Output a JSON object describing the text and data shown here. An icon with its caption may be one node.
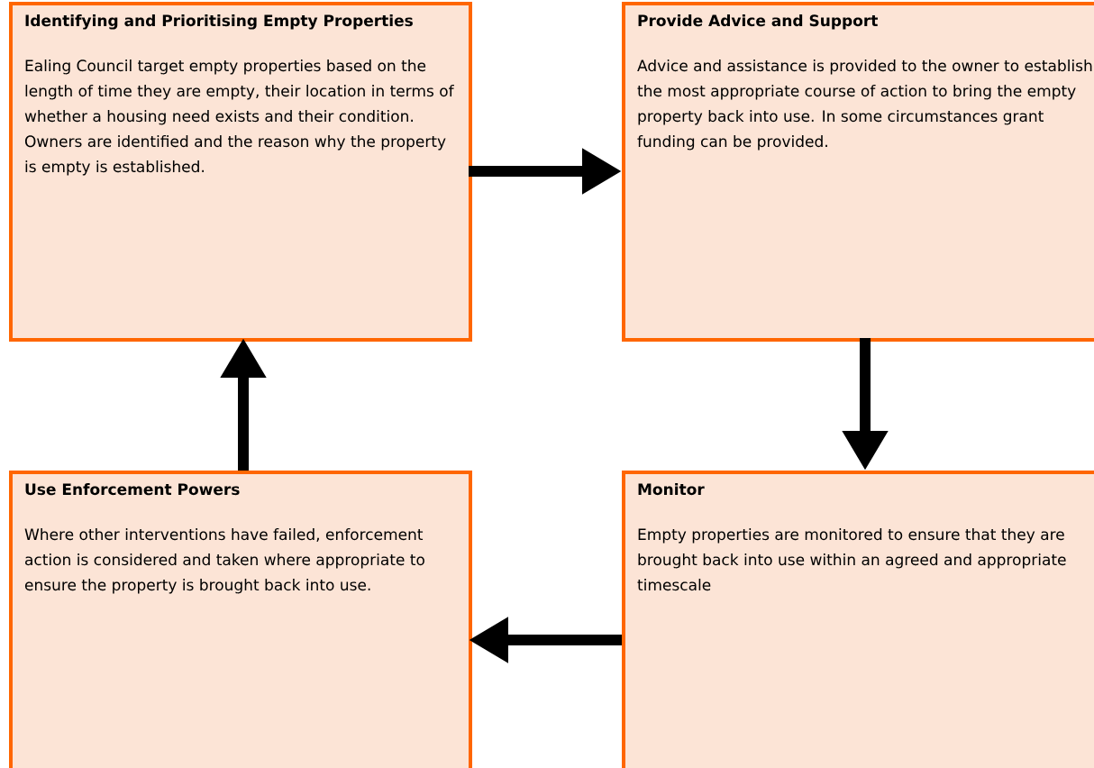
{
  "diagram": {
    "nodes": [
      {
        "text": [
          "Identifying and Prioritising Empty Properties",
          "Ealing Council target empty properties based on the length of time they are empty, their location in terms of whether a housing need exists and their condition. Owners are identified and the reason why the property is empty is established."
        ]
      },
      {
        "text": [
          "Provide Advice and Support",
          "Advice and assistance is provided to the owner to establish the most appropriate course of action to bring the empty property back into use. In some circumstances grant funding can be provided."
        ]
      },
      {
        "text": [
          "Use Enforcement Powers",
          "Where other interventions have failed, enforcement action is considered and taken where appropriate to ensure the property is brought back into use."
        ]
      },
      {
        "text": [
          "Monitor",
          "Empty properties are monitored to ensure that they are brought back into use within an agreed and appropriate timescale"
        ]
      }
    ],
    "edges": [
      {
        "from": 0,
        "to": 1,
        "arrow": "to"
      },
      {
        "from": 1,
        "to": 3,
        "arrow": "to"
      },
      {
        "from": 3,
        "to": 2,
        "arrow": "to"
      },
      {
        "from": 2,
        "to": 0,
        "arrow": "to"
      }
    ]
  }
}
